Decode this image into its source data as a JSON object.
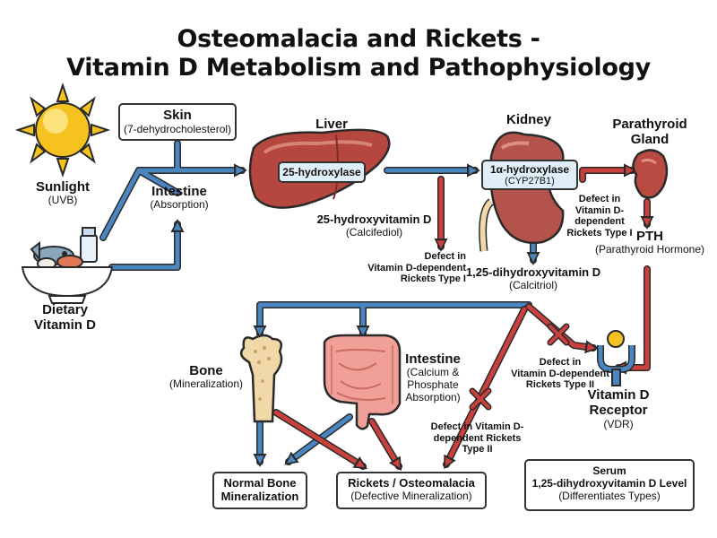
{
  "title": {
    "line1": "Osteomalacia and Rickets -",
    "line2": "Vitamin D Metabolism and Pathophysiology"
  },
  "nodes": {
    "skin": {
      "label": "Skin",
      "sub": "(7-dehydrocholesterol)"
    },
    "sunlight": {
      "label": "Sunlight",
      "sub": "(UVB)"
    },
    "intestine_absorption": {
      "label": "Intestine",
      "sub": "(Absorption)"
    },
    "dietary": {
      "line1": "Dietary",
      "line2": "Vitamin D"
    },
    "liver": {
      "label": "Liver",
      "enzyme": "25-hydroxylase"
    },
    "calcifediol": {
      "label": "25-hydroxyvitamin D",
      "sub": "(Calcifediol)"
    },
    "kidney": {
      "label": "Kidney",
      "enzyme": "1α-hydroxylase",
      "enzyme_sub": "(CYP27B1)"
    },
    "calcitriol": {
      "label": "1,25-dihydroxyvitamin D",
      "sub": "(Calcitriol)"
    },
    "parathyroid": {
      "line1": "Parathyroid",
      "line2": "Gland"
    },
    "pth": {
      "label": "PTH",
      "sub": "(Parathyroid Hormone)"
    },
    "bone": {
      "label": "Bone",
      "sub": "(Mineralization)"
    },
    "intestine_ca": {
      "label": "Intestine",
      "sub1": "(Calcium &",
      "sub2": "Phosphate",
      "sub3": "Absorption)"
    },
    "vdr": {
      "line1": "Vitamin D",
      "line2": "Receptor",
      "sub": "(VDR)"
    },
    "normal_bone": {
      "line1": "Normal Bone",
      "line2": "Mineralization"
    },
    "rickets": {
      "label": "Rickets / Osteomalacia",
      "sub": "(Defective Mineralization)"
    },
    "serum": {
      "line1": "Serum",
      "line2": "1,25-dihydroxyvitamin D Level",
      "sub": "(Differentiates Types)"
    }
  },
  "defects": {
    "liver_type1": {
      "line1": "Defect in",
      "line2": "Vitamin D-dependent",
      "line3": "Rickets Type I"
    },
    "kidney_type1": {
      "line1": "Defect in",
      "line2": "Vitamin D-",
      "line3": "dependent",
      "line4": "Rickets Type I"
    },
    "vdr_type2": {
      "line1": "Defect in",
      "line2": "Vitamin D-dependent",
      "line3": "Rickets Type II"
    },
    "intestine_type2": {
      "line1": "Defect in Vitamin D-",
      "line2": "dependent Rickets",
      "line3": "Type II"
    }
  },
  "colors": {
    "blue_arrow": "#4a86c0",
    "red_arrow": "#c9403d",
    "outline": "#2a2a2a",
    "liver": "#b5473f",
    "kidney": "#b4534c",
    "sun": "#f6c21f",
    "bone": "#f0d8a8",
    "intestine": "#f0a096"
  },
  "icons": [
    "sun-icon",
    "food-bowl-icon",
    "liver-icon",
    "kidney-icon",
    "parathyroid-icon",
    "bone-icon",
    "intestine-icon",
    "vdr-receptor-icon",
    "block-x-icon"
  ]
}
